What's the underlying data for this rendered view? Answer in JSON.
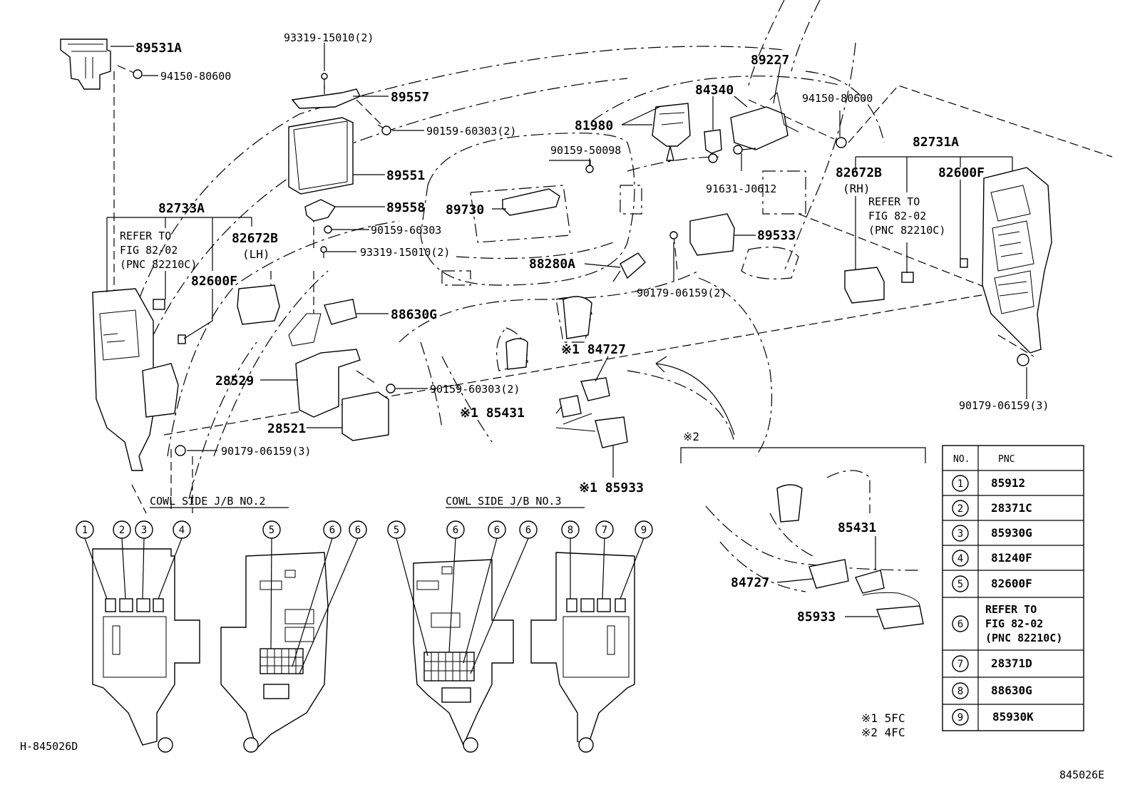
{
  "parts": {
    "p89531A": "89531A",
    "p94150_60600_a": "94150-80600",
    "p93319_top": "93319-15010(2)",
    "p89557": "89557",
    "p90159_60303_a": "90159-60303(2)",
    "p89551": "89551",
    "p90159_50098": "90159-50098",
    "p89227": "89227",
    "p84340": "84340",
    "p81980": "81980",
    "p94150_60600_b": "94150-80600",
    "p82731A": "82731A",
    "p91631": "91631-J0612",
    "p82672B_rh": "82672B",
    "rh": "(RH)",
    "p82600F_r": "82600F",
    "refer_r_1": "REFER TO",
    "refer_r_2": "FIG 82-02",
    "refer_r_3": "(PNC 82210C)",
    "p82733A": "82733A",
    "refer_l_1": "REFER TO",
    "refer_l_2": "FIG 82-02",
    "refer_l_3": "(PNC 82210C)",
    "p82672B_lh": "82672B",
    "lh": "(LH)",
    "p82600F_l": "82600F",
    "p89558": "89558",
    "p89730": "89730",
    "p90159_60303_b": "90159-60303",
    "p93319_mid": "93319-15010(2)",
    "p89533": "89533",
    "p88280A": "88280A",
    "p90179_06159_2": "90179-06159(2)",
    "p88630G": "88630G",
    "p84727_a": "※1 84727",
    "p28529": "28529",
    "p90159_60303_c": "90159-60303(2)",
    "p85431_a": "※1 85431",
    "p28521": "28521",
    "p90179_06159_3a": "90179-06159(3)",
    "p90179_06159_3b": "90179-06159(3)",
    "p85933_a": "※1 85933",
    "star2": "※2",
    "p85431_b": "85431",
    "p84727_b": "84727",
    "p85933_b": "85933"
  },
  "sections": {
    "cowl2": "COWL SIDE J/B NO.2",
    "cowl3": "COWL SIDE J/B NO.3"
  },
  "callouts": {
    "c1": "1",
    "c2": "2",
    "c3": "3",
    "c4": "4",
    "c5a": "5",
    "c6a": "6",
    "c6b": "6",
    "c5b": "5",
    "c6c": "6",
    "c6d": "6",
    "c6e": "6",
    "c8": "8",
    "c7": "7",
    "c9": "9"
  },
  "table": {
    "col_no": "NO.",
    "col_pnc": "PNC",
    "rows": [
      {
        "no": "1",
        "pnc": "85912"
      },
      {
        "no": "2",
        "pnc": "28371C"
      },
      {
        "no": "3",
        "pnc": "85930G"
      },
      {
        "no": "4",
        "pnc": "81240F"
      },
      {
        "no": "5",
        "pnc": "82600F"
      },
      {
        "no": "6",
        "pnc_1": "REFER TO",
        "pnc_2": "FIG 82-02",
        "pnc_3": "(PNC 82210C)"
      },
      {
        "no": "7",
        "pnc": "28371D"
      },
      {
        "no": "8",
        "pnc": "88630G"
      },
      {
        "no": "9",
        "pnc": "85930K"
      }
    ]
  },
  "notes": {
    "n1": "※1 5FC",
    "n2": "※2 4FC"
  },
  "footer": {
    "left_code": "H-845026D",
    "right_code": "845026E"
  }
}
